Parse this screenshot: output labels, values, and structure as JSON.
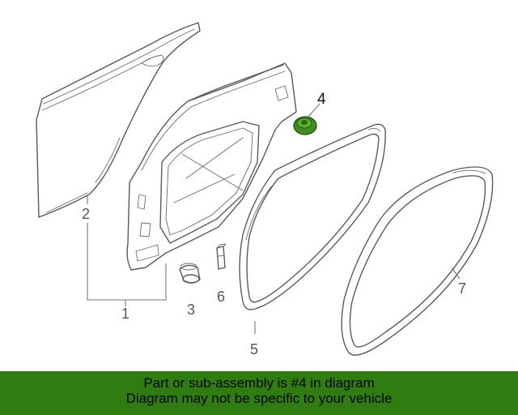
{
  "diagram": {
    "callouts": {
      "part1": "1",
      "part2": "2",
      "part3": "3",
      "part4": "4",
      "part5": "5",
      "part6": "6",
      "part7": "7"
    },
    "highlight_color": "#3f8f1e",
    "highlighted_part": "4"
  },
  "banner": {
    "line1": "Part or sub-assembly is #4 in diagram",
    "line2": "Diagram may not be specific to your vehicle",
    "background_color": "#2f7d10"
  }
}
